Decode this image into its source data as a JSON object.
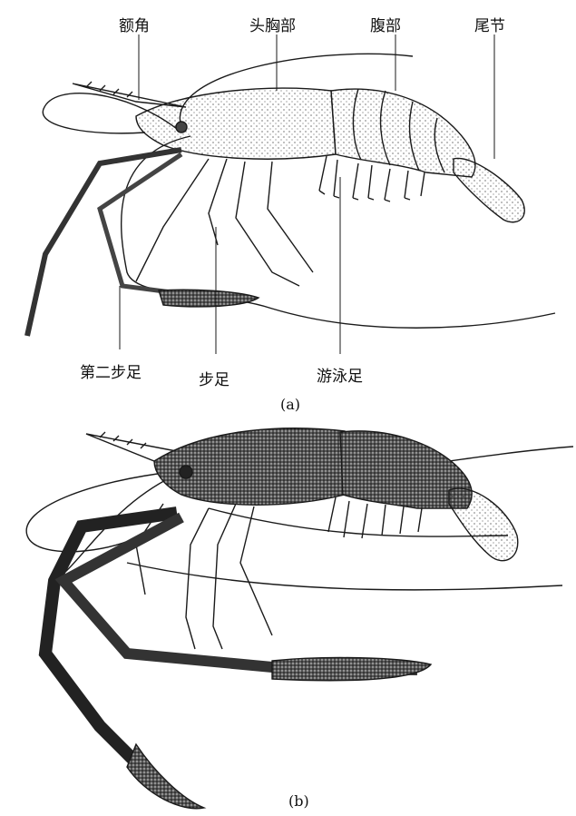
{
  "figure_a": {
    "labels": {
      "rostrum": "额角",
      "cephalothorax": "头胸部",
      "abdomen": "腹部",
      "telson": "尾节",
      "second_pereiopod": "第二步足",
      "pereiopod": "步足",
      "pleopod": "游泳足"
    },
    "caption": "(a)"
  },
  "figure_b": {
    "caption": "(b)"
  },
  "colors": {
    "ink": "#1a1a1a",
    "background": "#ffffff"
  }
}
